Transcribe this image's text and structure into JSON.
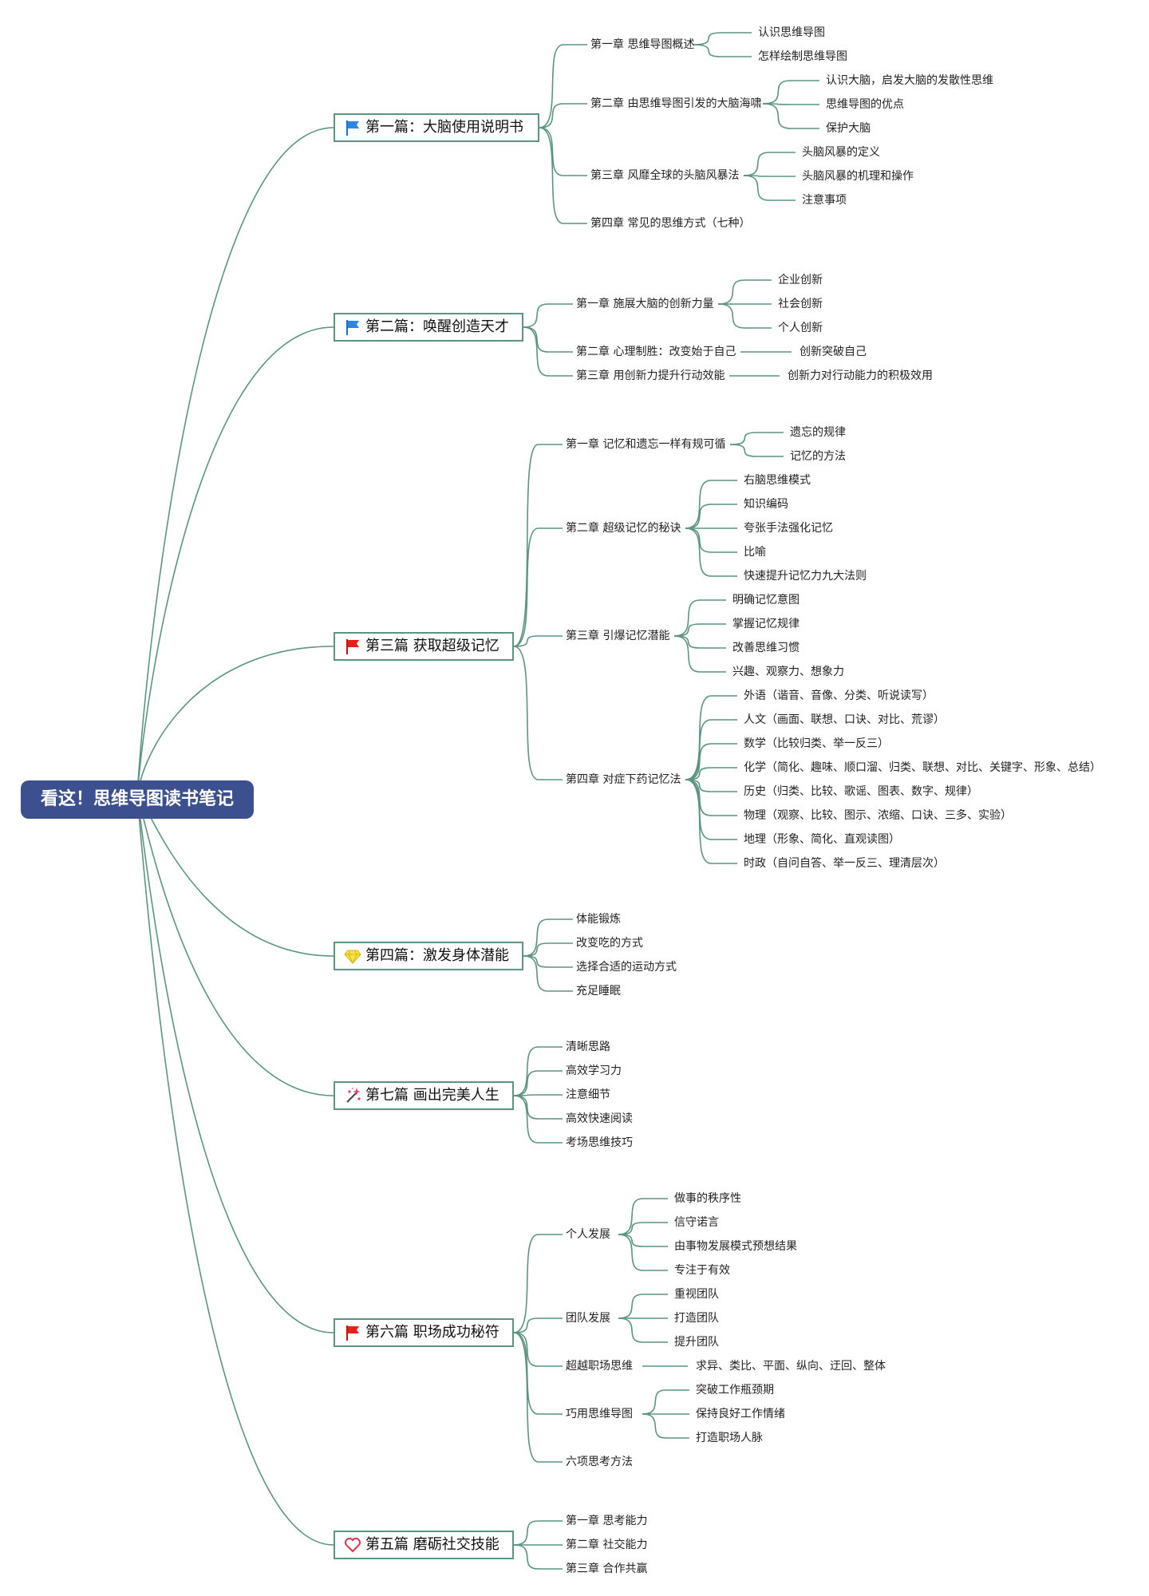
{
  "title": "看这！思维导图读书笔记",
  "sections": [
    {
      "icon": "blue-flag-icon",
      "label": "第一篇：大脑使用说明书",
      "chapters": [
        {
          "label": "第一章 思维导图概述",
          "leaves": [
            "认识思维导图",
            "怎样绘制思维导图"
          ]
        },
        {
          "label": "第二章 由思维导图引发的大脑海啸",
          "leaves": [
            "认识大脑，启发大脑的发散性思维",
            "思维导图的优点",
            "保护大脑"
          ]
        },
        {
          "label": "第三章 风靡全球的头脑风暴法",
          "leaves": [
            "头脑风暴的定义",
            "头脑风暴的机理和操作",
            "注意事项"
          ]
        },
        {
          "label": "第四章 常见的思维方式（七种）",
          "leaves": []
        }
      ]
    },
    {
      "icon": "blue-flag-icon",
      "label": "第二篇：唤醒创造天才",
      "chapters": [
        {
          "label": "第一章 施展大脑的创新力量",
          "leaves": [
            "企业创新",
            "社会创新",
            "个人创新"
          ]
        },
        {
          "label": "第二章 心理制胜：改变始于自己",
          "leaves": [
            "创新突破自己"
          ]
        },
        {
          "label": "第三章 用创新力提升行动效能",
          "leaves": [
            "创新力对行动能力的积极效用"
          ]
        }
      ]
    },
    {
      "icon": "red-flag-icon",
      "label": "第三篇 获取超级记忆",
      "chapters": [
        {
          "label": "第一章 记忆和遗忘一样有规可循",
          "leaves": [
            "遗忘的规律",
            "记忆的方法"
          ]
        },
        {
          "label": "第二章 超级记忆的秘诀",
          "leaves": [
            "右脑思维模式",
            "知识编码",
            "夸张手法强化记忆",
            "比喻",
            "快速提升记忆力九大法则"
          ]
        },
        {
          "label": "第三章 引爆记忆潜能",
          "leaves": [
            "明确记忆意图",
            "掌握记忆规律",
            "改善思维习惯",
            "兴趣、观察力、想象力"
          ]
        },
        {
          "label": "第四章 对症下药记忆法",
          "leaves": [
            "外语（谐音、音像、分类、听说读写）",
            "人文（画面、联想、口诀、对比、荒谬）",
            "数学（比较归类、举一反三）",
            "化学（简化、趣味、顺口溜、归类、联想、对比、关键字、形象、总结）",
            "历史（归类、比较、歌谣、图表、数字、规律）",
            "物理（观察、比较、图示、浓缩、口诀、三多、实验）",
            "地理（形象、简化、直观读图）",
            "时政（自问自答、举一反三、理清层次）"
          ]
        }
      ]
    },
    {
      "icon": "diamond-icon",
      "label": "第四篇：激发身体潜能",
      "chapters": [
        {
          "label": "体能锻炼",
          "leaves": []
        },
        {
          "label": "改变吃的方式",
          "leaves": []
        },
        {
          "label": "选择合适的运动方式",
          "leaves": []
        },
        {
          "label": "充足睡眠",
          "leaves": []
        }
      ]
    },
    {
      "icon": "sparkle-icon",
      "label": "第七篇 画出完美人生",
      "chapters": [
        {
          "label": "清晰思路",
          "leaves": []
        },
        {
          "label": "高效学习力",
          "leaves": []
        },
        {
          "label": "注意细节",
          "leaves": []
        },
        {
          "label": "高效快速阅读",
          "leaves": []
        },
        {
          "label": "考场思维技巧",
          "leaves": []
        }
      ]
    },
    {
      "icon": "red-flag-icon",
      "label": "第六篇 职场成功秘符",
      "chapters": [
        {
          "label": "个人发展",
          "leaves": [
            "做事的秩序性",
            "信守诺言",
            "由事物发展模式预想结果",
            "专注于有效"
          ]
        },
        {
          "label": "团队发展",
          "leaves": [
            "重视团队",
            "打造团队",
            "提升团队"
          ]
        },
        {
          "label": "超越职场思维",
          "leaves": [
            "求异、类比、平面、纵向、迂回、整体"
          ]
        },
        {
          "label": "巧用思维导图",
          "leaves": [
            "突破工作瓶颈期",
            "保持良好工作情绪",
            "打造职场人脉"
          ]
        },
        {
          "label": "六项思考方法",
          "leaves": []
        }
      ]
    },
    {
      "icon": "heart-icon",
      "label": "第五篇 磨砺社交技能",
      "chapters": [
        {
          "label": "第一章 思考能力",
          "leaves": []
        },
        {
          "label": "第二章 社交能力",
          "leaves": []
        },
        {
          "label": "第三章 合作共赢",
          "leaves": []
        }
      ]
    }
  ]
}
